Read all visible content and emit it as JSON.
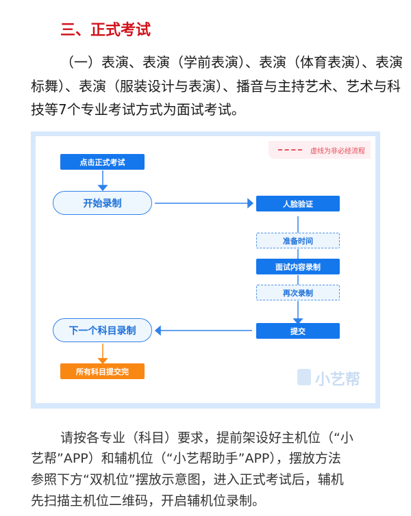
{
  "section_title": "三、正式考试",
  "intro_lines": [
    "（一）表演、表演（学前表演）、表演（体育表演）、表演（国",
    "标舞）、表演（服装设计与表演）、播音与主持艺术、艺术与科",
    "技等7个专业考试方式为面试考试。"
  ],
  "flowchart": {
    "legend": "虚线为非必经流程",
    "steps": {
      "click_exam": "点击正式考试",
      "start_recording": "开始录制",
      "face_verify": "人脸验证",
      "prep_time": "准备时间",
      "interview_record": "面试内容录制",
      "re_record": "再次录制",
      "submit": "提交",
      "next_subject": "下一个科目录制",
      "all_done": "所有科目提交完"
    },
    "watermark": "小艺帮",
    "colors": {
      "primary": "#1577ec",
      "orange": "#f98714",
      "legend_red": "#e44b58"
    }
  },
  "instruction_lines": [
    "请按各专业（科目）要求，提前架设好主机位（“小",
    "艺帮”APP）和辅机位（“小艺帮助手”APP），摆放方法",
    "参照下方“双机位”摆放示意图，进入正式考试后，辅机",
    "先扫描主机位二维码，开启辅机位录制。"
  ]
}
